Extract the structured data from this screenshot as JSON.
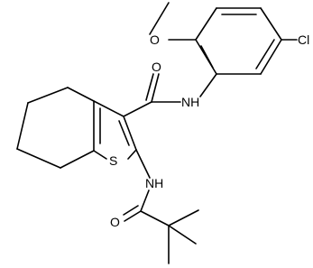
{
  "molecule": {
    "atoms": {
      "oxygen_methoxy": "O",
      "chlorine": "Cl",
      "oxygen_carboxamide": "O",
      "amide_nh": "NH",
      "sulfur": "S",
      "pivaloyl_nh": "NH",
      "oxygen_pivaloyl": "O"
    }
  }
}
